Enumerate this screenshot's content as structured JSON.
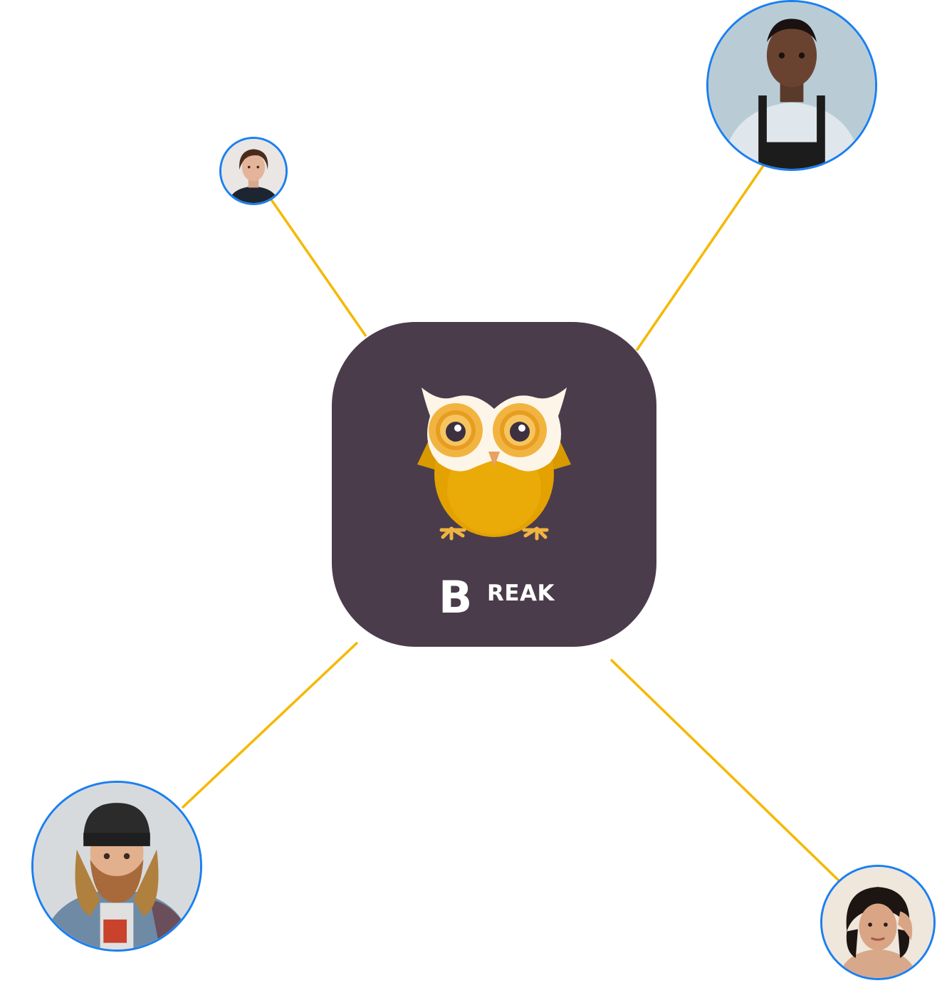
{
  "brand": {
    "logo_initial": "B",
    "logo_rest": "REAK",
    "tile_color": "#4a3c4b",
    "owl_icon": "owl-mascot"
  },
  "colors": {
    "connector": "#f5b800",
    "avatar_ring": "#1a7ff0",
    "background": "#ffffff"
  },
  "avatars": [
    {
      "name": "user-avatar-young-man-long-hair",
      "icon": "person-photo"
    },
    {
      "name": "user-avatar-man-overalls",
      "icon": "person-photo"
    },
    {
      "name": "user-avatar-bearded-man-beanie",
      "icon": "person-photo"
    },
    {
      "name": "user-avatar-woman-dark-hair",
      "icon": "person-photo"
    }
  ]
}
